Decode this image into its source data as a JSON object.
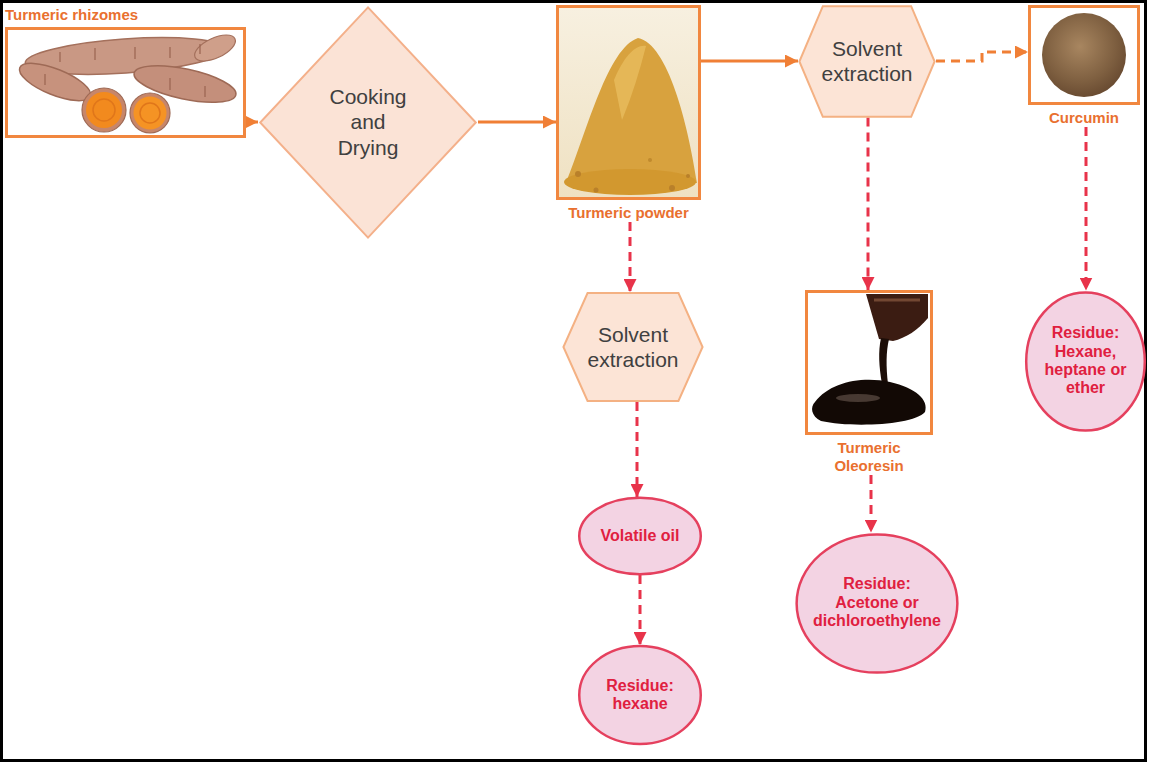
{
  "diagram": {
    "nodes": [
      {
        "text": [
          "Turmeric rhizomes"
        ]
      },
      {
        "text": [
          "Cooking and Drying"
        ]
      },
      {
        "text": [
          "Turmeric powder"
        ]
      },
      {
        "text": [
          "Solvent extraction"
        ]
      },
      {
        "text": [
          "Curcumin"
        ]
      },
      {
        "text": [
          "Solvent extraction"
        ]
      },
      {
        "text": [
          "Turmeric Oleoresin"
        ]
      },
      {
        "text": [
          "Residue: Hexane, heptane or ether"
        ]
      },
      {
        "text": [
          "Volatile oil"
        ]
      },
      {
        "text": [
          "Residue: hexane"
        ]
      },
      {
        "text": [
          "Residue: Acetone or dichloroethylene"
        ]
      }
    ],
    "edges": [
      {
        "from": 0,
        "to": 1,
        "arrow": "to"
      },
      {
        "from": 1,
        "to": 2,
        "arrow": "to"
      },
      {
        "from": 2,
        "to": 3,
        "arrow": "to"
      },
      {
        "from": 3,
        "to": 4,
        "arrow": "to"
      },
      {
        "from": 3,
        "to": 6,
        "arrow": "to"
      },
      {
        "from": 2,
        "to": 5,
        "arrow": "to"
      },
      {
        "from": 4,
        "to": 7,
        "arrow": "to"
      },
      {
        "from": 5,
        "to": 8,
        "arrow": "to"
      },
      {
        "from": 8,
        "to": 9,
        "arrow": "to"
      },
      {
        "from": 6,
        "to": 10,
        "arrow": "to"
      }
    ]
  }
}
